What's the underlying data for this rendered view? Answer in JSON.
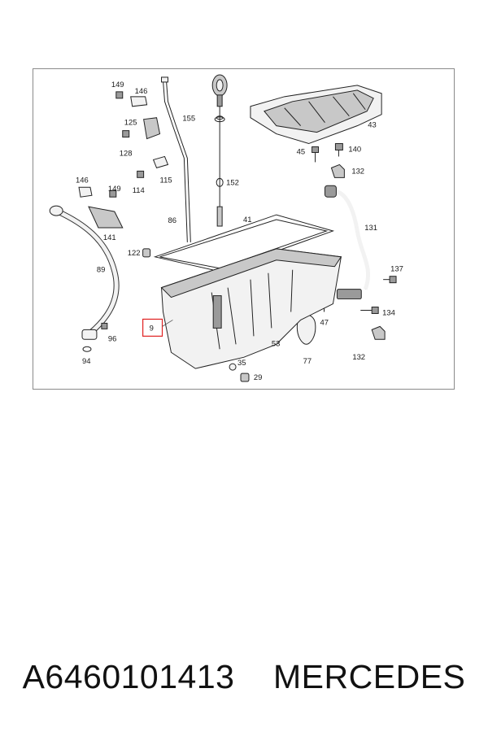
{
  "diagram": {
    "callouts": [
      "149",
      "146",
      "125",
      "128",
      "115",
      "114",
      "146",
      "149",
      "141",
      "89",
      "96",
      "94",
      "155",
      "152",
      "86",
      "41",
      "122",
      "9",
      "35",
      "29",
      "53",
      "77",
      "47",
      "134",
      "137",
      "131",
      "132",
      "140",
      "45",
      "43",
      "132"
    ],
    "highlighted_part": "9"
  },
  "caption": {
    "part_number": "A6460101413",
    "brand": "MERCEDES"
  },
  "colors": {
    "highlight": "#e02020",
    "line": "#222222"
  }
}
